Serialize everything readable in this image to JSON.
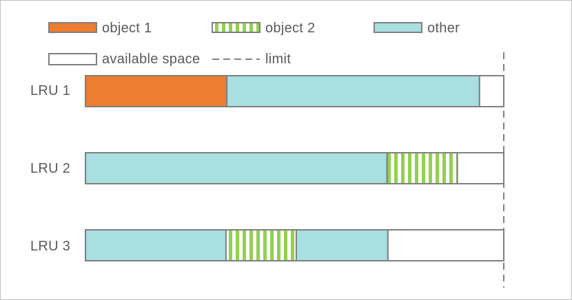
{
  "legend": {
    "object1": "object 1",
    "object2": "object 2",
    "other": "other",
    "available": "available space",
    "limit": "limit"
  },
  "colors": {
    "object1": "#ED7D31",
    "object2_stripe": "#92D050",
    "other": "#A9DFE0",
    "available": "#FFFFFF",
    "border": "#7F7F7F",
    "limit": "#7F7F7F"
  },
  "rows": [
    {
      "label": "LRU 1",
      "segments": [
        {
          "kind": "object1",
          "size": 0.338
        },
        {
          "kind": "other",
          "size": 0.604
        },
        {
          "kind": "available",
          "size": 0.058
        }
      ]
    },
    {
      "label": "LRU 2",
      "segments": [
        {
          "kind": "other",
          "size": 0.721
        },
        {
          "kind": "object2",
          "size": 0.168
        },
        {
          "kind": "available",
          "size": 0.111
        }
      ]
    },
    {
      "label": "LRU 3",
      "segments": [
        {
          "kind": "other",
          "size": 0.336
        },
        {
          "kind": "object2",
          "size": 0.168
        },
        {
          "kind": "other",
          "size": 0.219
        },
        {
          "kind": "available",
          "size": 0.277
        }
      ]
    }
  ]
}
